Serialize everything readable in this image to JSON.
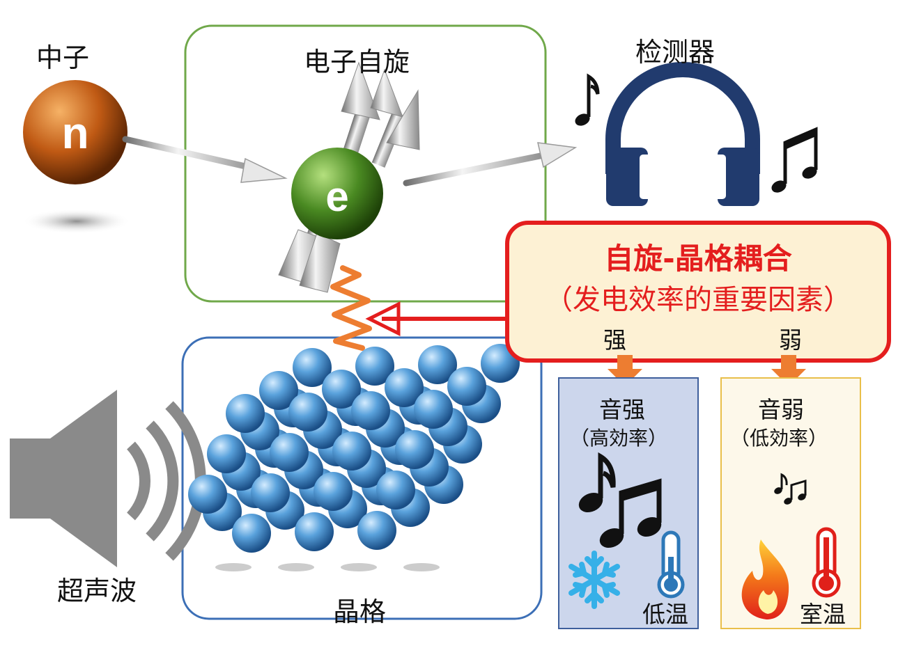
{
  "labels": {
    "neutron": "中子",
    "neutron_symbol": "n",
    "electron_spin": "电子自旋",
    "electron_symbol": "e",
    "detector": "检测器",
    "ultrasound": "超声波",
    "lattice": "晶格",
    "strong": "强",
    "weak": "弱",
    "low_temp": "低温",
    "room_temp": "室温"
  },
  "coupling_box": {
    "title": "自旋-晶格耦合",
    "subtitle": "（发电效率的重要因素）"
  },
  "result_strong": {
    "title": "音强",
    "subtitle": "（高効率）"
  },
  "result_weak": {
    "title": "音弱",
    "subtitle": "（低効率）"
  },
  "colors": {
    "spin_box_border": "#70a84a",
    "lattice_box_border": "#3c6fb6",
    "coupling_border": "#e41e1e",
    "coupling_fill": "#fdf1d4",
    "coupling_title": "#e41e1e",
    "strong_panel_fill": "#ccd6ec",
    "strong_panel_border": "#3e5f9c",
    "weak_panel_fill": "#fdf8ea",
    "weak_panel_border": "#e9bf4a",
    "arrow_orange": "#ed7d31",
    "headphones": "#213b6e",
    "speaker": "#8a8a8a",
    "neutron": "#c05a14",
    "electron": "#4a8a22",
    "atom": "#3a86c8"
  },
  "icons": [
    "neutron-ball",
    "electron-ball",
    "spin-arrow-icon",
    "headphones-icon",
    "music-note-icon",
    "speaker-icon",
    "atom-lattice",
    "snowflake-icon",
    "thermometer-icon",
    "flame-icon"
  ]
}
